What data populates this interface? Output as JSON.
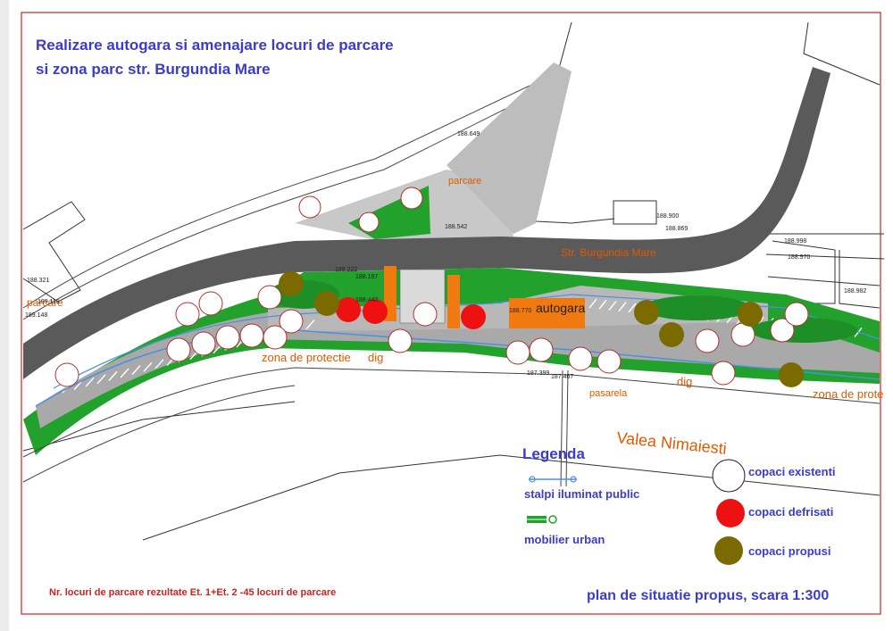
{
  "title": {
    "line1": "Realizare  autogara si amenajare locuri de parcare",
    "line2": "si zona parc str. Burgundia Mare"
  },
  "map_labels": {
    "street": "Str. Burgundia Mare",
    "autogara": "autogara",
    "parcare_left": "parcare",
    "parcare_top": "parcare",
    "zona_protectie_1": "zona de protectie",
    "zona_protectie_2": "zona de prote",
    "dig_1": "dig",
    "dig_2": "dig",
    "pasarela": "pasarela",
    "valea": "Valea Nimaiesti"
  },
  "elevations": [
    "188.321",
    "189.118",
    "189.148",
    "188.222",
    "188.197",
    "188.442",
    "188.770",
    "188.900",
    "188.869",
    "188.998",
    "188.970",
    "188.982",
    "187.399",
    "187.467",
    "188.649",
    "188.542"
  ],
  "legend": {
    "title": "Legenda",
    "items": [
      {
        "label": "stalpi iluminat public",
        "icon": "street-light-icon"
      },
      {
        "label": "mobilier urban",
        "icon": "bench-icon"
      },
      {
        "label": "copaci existenti",
        "icon": "existing-tree-icon",
        "color": "#ffffff"
      },
      {
        "label": "copaci defrisati",
        "icon": "removed-tree-icon",
        "color": "#ee1111"
      },
      {
        "label": "copaci propusi",
        "icon": "proposed-tree-icon",
        "color": "#7a6a00"
      }
    ]
  },
  "footer": {
    "note": "Nr. locuri de parcare rezultate Et. 1+Et. 2 -45 locuri de parcare",
    "scale": "plan de situatie propus, scara 1:300"
  },
  "colors": {
    "frame": "#d02020",
    "title": "#3b3bcc",
    "label_orange": "#e05a00",
    "road": "#5a5a5a",
    "green": "#22a12c",
    "building": "#f07a10"
  }
}
